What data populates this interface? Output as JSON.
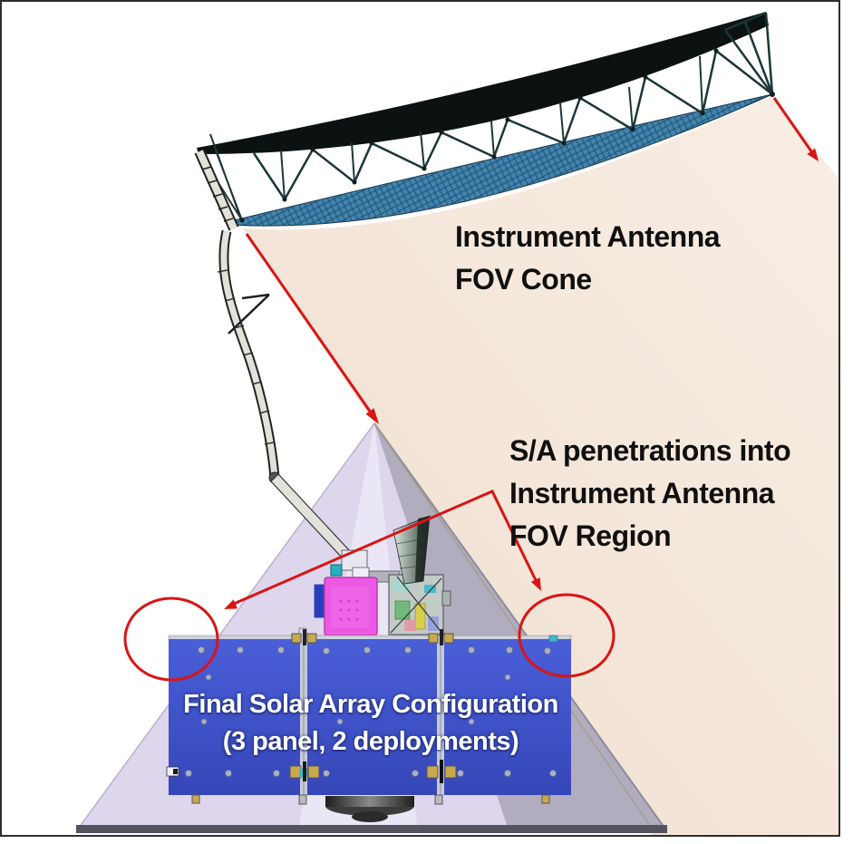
{
  "figure": {
    "description": "Spacecraft diagram: deployed mesh instrument antenna with FOV cone, deployment boom, spacecraft bus and 3-panel solar array; red annotations mark solar-array penetrations into the instrument antenna FOV region.",
    "type": "annotated-3d-render"
  },
  "labels": {
    "antenna_fov_cone": {
      "line1": "Instrument Antenna",
      "line2": "FOV Cone"
    },
    "sa_penetrations": {
      "line1": "S/A penetrations into",
      "line2": "Instrument Antenna",
      "line3": "FOV Region"
    },
    "solar_array": {
      "line1": "Final Solar Array Configuration",
      "line2": "(3 panel, 2 deployments)"
    }
  },
  "components": {
    "antenna": "deployable mesh reflector antenna",
    "truss": "antenna support truss",
    "boom": "deployment boom and mast",
    "bus": "spacecraft bus with instrument feed horn",
    "solar_array": "solar array, 3 panels, 2 deployments",
    "fov_cone": "instrument antenna FOV cone",
    "inner_cone": "instrument FOV region cone",
    "circles": "penetration highlight circles (left, right)"
  },
  "colors": {
    "frame": "#2e2e2e",
    "background": "#ffffff",
    "fov_cone_light": "#f8eee5",
    "fov_cone_deep": "#f0decf",
    "inner_cone": "#ddd6ec",
    "inner_cone_highlight": "#ece8f6",
    "inner_cone_shadow": "#b2adbe",
    "inner_cone_base": "#54545e",
    "mesh_blue": "#4384ad",
    "mesh_line": "#1e5276",
    "truss_dark": "#1c3638",
    "band_black": "#0c1111",
    "boom_gray": "#e3e2da",
    "panel_blue_light": "#4a5ed8",
    "panel_blue_dark": "#3547b8",
    "divider_gray": "#c6cbd8",
    "annotation_red": "#d81515",
    "bus_magenta": "#ec58e4",
    "horn_light": "#d9e6da",
    "horn_dark": "#31413a",
    "adapter_edge": "#1e1e1e",
    "adapter_mid": "#8a8a8a",
    "text_dark": "#101010",
    "text_light": "#ffffff"
  }
}
